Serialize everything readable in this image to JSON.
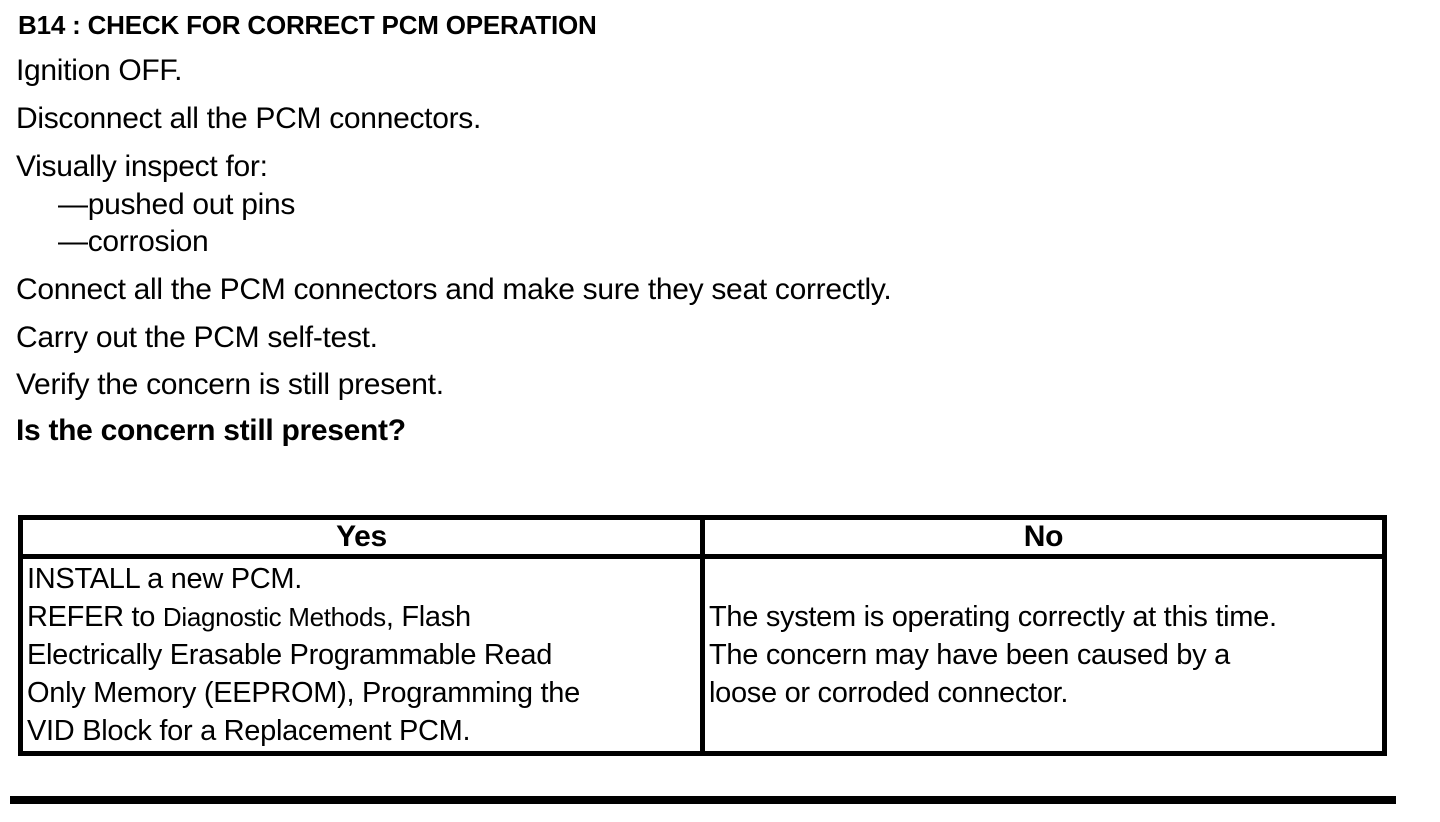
{
  "document": {
    "title": "B14 : CHECK FOR CORRECT PCM OPERATION",
    "steps": {
      "ignition": "Ignition OFF.",
      "disconnect": "Disconnect all the PCM connectors.",
      "inspect": "Visually inspect for:",
      "inspect_item_pins": "—pushed out pins",
      "inspect_item_corrosion": "—corrosion",
      "connect": "Connect all the PCM connectors and make sure they seat correctly.",
      "self_test": "Carry out the PCM self-test.",
      "verify": "Verify the concern is still present."
    },
    "question": "Is the concern still present?",
    "decision_table": {
      "yes_header": "Yes",
      "no_header": "No",
      "yes_action": {
        "line1": "INSTALL a new PCM.",
        "line2_prefix": "REFER to ",
        "line2_link": "Diagnostic Methods",
        "line2_suffix": ", Flash",
        "line3": "Electrically Erasable Programmable Read",
        "line4": "Only Memory (EEPROM), Programming the",
        "line5": "VID Block for a Replacement PCM."
      },
      "no_action": {
        "line1": "The system is operating correctly at this time.",
        "line2": "The concern may have been caused by a",
        "line3": "loose or corroded connector."
      }
    },
    "colors": {
      "text": "#000000",
      "background": "#ffffff",
      "border": "#000000"
    }
  }
}
